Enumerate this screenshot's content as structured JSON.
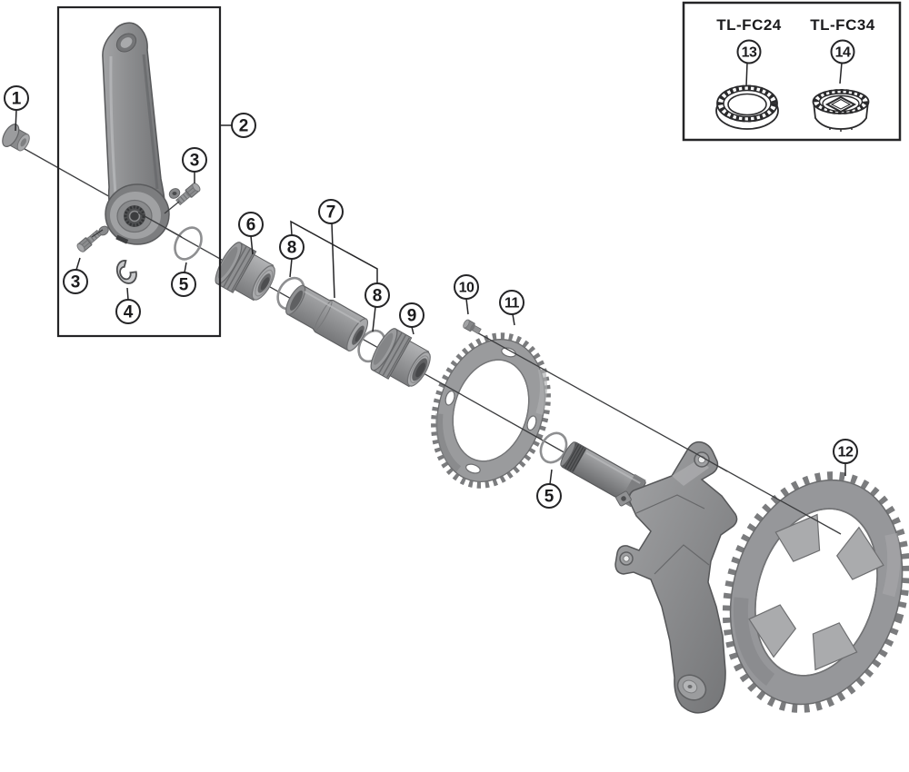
{
  "diagram_type": "exploded-parts-diagram-bicycle-crankset",
  "colors": {
    "background": "#ffffff",
    "outline": "#242426",
    "construction_line": "#3c3d3f",
    "part_mid_grey": "#919294",
    "part_light_grey": "#abacae",
    "part_dark_grey": "#606163"
  },
  "callouts": [
    "1",
    "2",
    "3",
    "3",
    "4",
    "5",
    "5",
    "6",
    "7",
    "8",
    "8",
    "9",
    "10",
    "11",
    "12"
  ],
  "toolbox": {
    "tools": [
      {
        "callout": "13",
        "label": "TL-FC24"
      },
      {
        "callout": "14",
        "label": "TL-FC34"
      }
    ]
  }
}
